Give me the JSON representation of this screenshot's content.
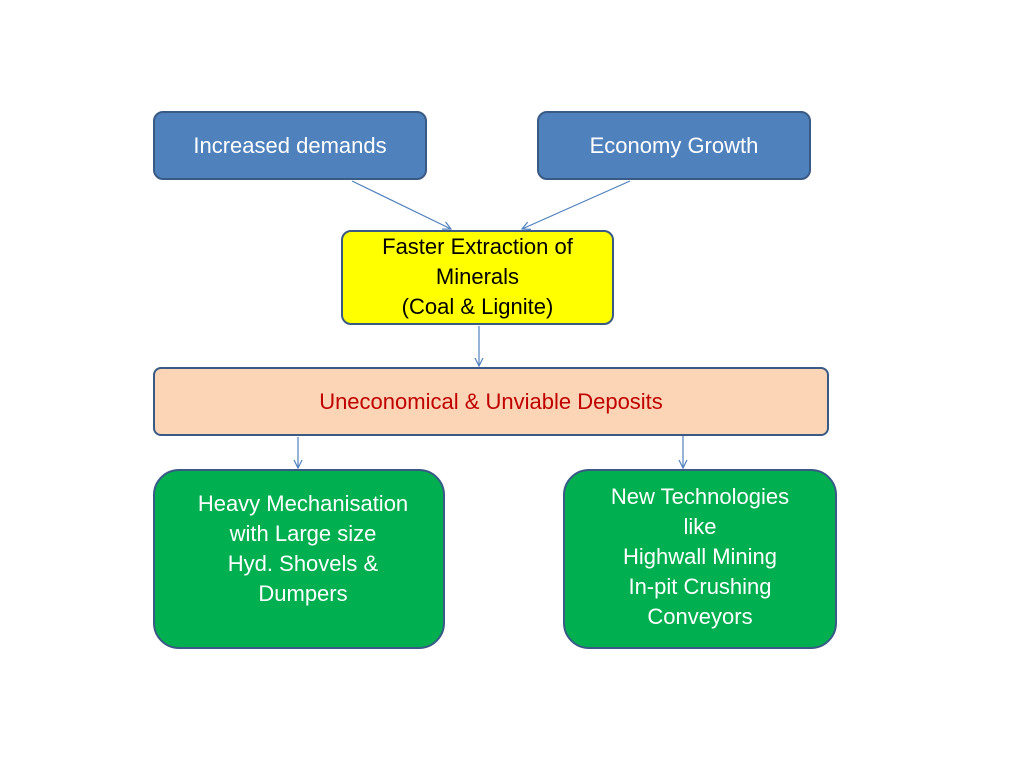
{
  "diagram": {
    "increased_demands": "Increased demands",
    "economy_growth": "Economy Growth",
    "faster_extraction": [
      "Faster Extraction of",
      "Minerals",
      "(Coal & Lignite)"
    ],
    "uneconomical": "Uneconomical & Unviable Deposits",
    "heavy_mechanisation": [
      "Heavy Mechanisation",
      "with Large size",
      "Hyd. Shovels &",
      "Dumpers"
    ],
    "new_technologies": [
      "New Technologies",
      "like",
      "Highwall Mining",
      "In-pit Crushing",
      "Conveyors"
    ]
  },
  "colors": {
    "top_boxes": "#4f81bd",
    "faster_box": "#ffff00",
    "deposits_box": "#fbd5b5",
    "deposits_text": "#c00000",
    "outcome_boxes": "#00b050",
    "border": "#3a5a86",
    "arrow": "#4f81bd"
  }
}
